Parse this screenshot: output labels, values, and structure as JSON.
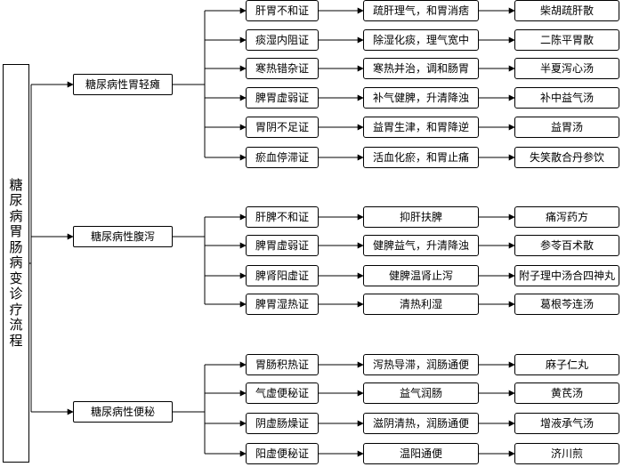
{
  "root": [
    "糖",
    "尿",
    "病",
    "胃",
    "肠",
    "病",
    "变",
    "诊",
    "疗",
    "流",
    "程"
  ],
  "groups": [
    {
      "category": "糖尿病性胃轻瘫",
      "rows": [
        {
          "syndrome": "肝胃不和证",
          "treatment": "疏肝理气，和胃消痞",
          "prescription": "柴胡疏肝散"
        },
        {
          "syndrome": "痰湿内阻证",
          "treatment": "除湿化痰，理气宽中",
          "prescription": "二陈平胃散"
        },
        {
          "syndrome": "寒热错杂证",
          "treatment": "寒热并治，调和肠胃",
          "prescription": "半夏泻心汤"
        },
        {
          "syndrome": "脾胃虚弱证",
          "treatment": "补气健脾，升清降浊",
          "prescription": "补中益气汤"
        },
        {
          "syndrome": "胃阴不足证",
          "treatment": "益胃生津，和胃降逆",
          "prescription": "益胃汤"
        },
        {
          "syndrome": "瘀血停滞证",
          "treatment": "活血化瘀，和胃止痛",
          "prescription": "失笑散合丹参饮"
        }
      ]
    },
    {
      "category": "糖尿病性腹泻",
      "rows": [
        {
          "syndrome": "肝脾不和证",
          "treatment": "抑肝扶脾",
          "prescription": "痛泻药方"
        },
        {
          "syndrome": "脾胃虚弱证",
          "treatment": "健脾益气，升清降浊",
          "prescription": "参苓百术散"
        },
        {
          "syndrome": "脾肾阳虚证",
          "treatment": "健脾温肾止泻",
          "prescription": "附子理中汤合四神丸"
        },
        {
          "syndrome": "脾胃湿热证",
          "treatment": "清热利湿",
          "prescription": "葛根芩连汤"
        }
      ]
    },
    {
      "category": "糖尿病性便秘",
      "rows": [
        {
          "syndrome": "胃肠积热证",
          "treatment": "泻热导滞，润肠通便",
          "prescription": "麻子仁丸"
        },
        {
          "syndrome": "气虚便秘证",
          "treatment": "益气润肠",
          "prescription": "黄芪汤"
        },
        {
          "syndrome": "阴虚肠燥证",
          "treatment": "滋阴清热，润肠通便",
          "prescription": "增液承气汤"
        },
        {
          "syndrome": "阳虚便秘证",
          "treatment": "温阳通便",
          "prescription": "济川煎"
        }
      ]
    }
  ]
}
